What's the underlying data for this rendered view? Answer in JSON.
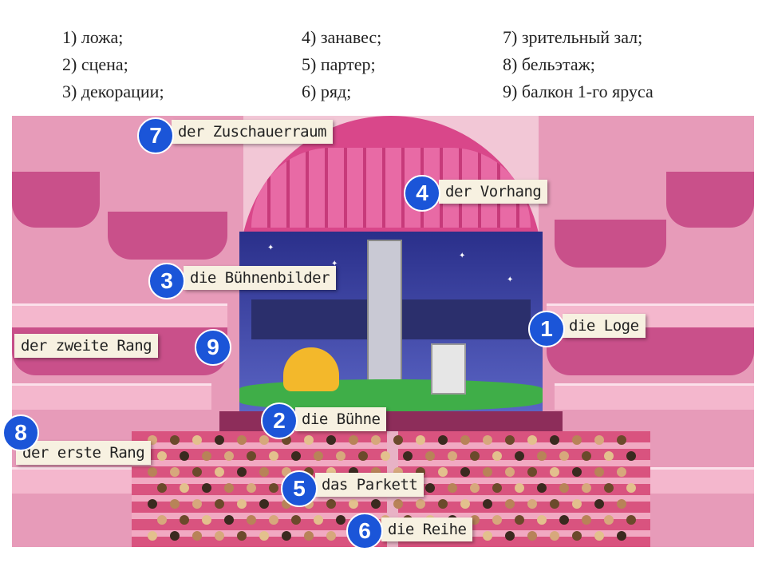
{
  "vocabulary": [
    {
      "n": "1)",
      "ru": "ложа;"
    },
    {
      "n": "2)",
      "ru": "сцена;"
    },
    {
      "n": "3)",
      "ru": "декорации;"
    },
    {
      "n": "4)",
      "ru": "занавес;"
    },
    {
      "n": "5)",
      "ru": "партер;"
    },
    {
      "n": "6)",
      "ru": "ряд;"
    },
    {
      "n": "7)",
      "ru": "зрительный зал;"
    },
    {
      "n": "8)",
      "ru": "бельэтаж;"
    },
    {
      "n": "9)",
      "ru": "балкон 1-го яруса"
    }
  ],
  "labels": {
    "l1": {
      "num": "1",
      "text": "die Loge"
    },
    "l2": {
      "num": "2",
      "text": "die Bühne"
    },
    "l3": {
      "num": "3",
      "text": "die Bühnenbilder"
    },
    "l4": {
      "num": "4",
      "text": "der Vorhang"
    },
    "l5": {
      "num": "5",
      "text": "das Parkett"
    },
    "l6": {
      "num": "6",
      "text": "die Reihe"
    },
    "l7": {
      "num": "7",
      "text": "der Zuschauerraum"
    },
    "l8": {
      "num": "8",
      "text": "der erste Rang"
    },
    "l9": {
      "num": "9",
      "text": "der zweite Rang"
    }
  },
  "colors": {
    "badge": "#1b55d8",
    "label_bg": "#f7f1e1",
    "stage": "#3b3f9e",
    "curtain": "#d9478a"
  }
}
